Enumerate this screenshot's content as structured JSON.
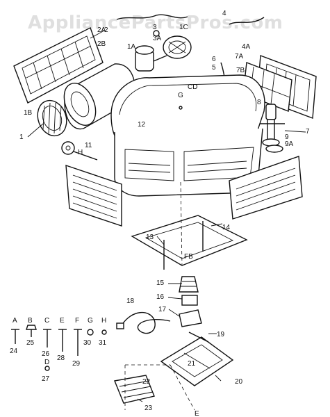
{
  "watermark": "AppliancePartsPros.com",
  "callouts": {
    "c1": "1",
    "c1A": "1A",
    "c1B": "1B",
    "c1C": "1C",
    "c2": "2",
    "c2A": "2A",
    "c2B": "2B",
    "c3": "3",
    "c3A": "3A",
    "c4": "4",
    "c4A": "4A",
    "c5": "5",
    "c6": "6",
    "c7": "7",
    "c7A": "7A",
    "c7B": "7B",
    "c8": "8",
    "c9": "9",
    "c9A": "9A",
    "c11": "11",
    "c12": "12",
    "c13": "13",
    "c14": "14",
    "c15": "15",
    "c16": "16",
    "c17": "17",
    "c18": "18",
    "c19": "19",
    "c20": "20",
    "c21": "21",
    "c22": "22",
    "c23": "23",
    "cG": "G",
    "cCD": "CD",
    "cH": "H",
    "cFB": "FB",
    "cE": "E"
  },
  "hardware": [
    {
      "letter": "A",
      "number": "24"
    },
    {
      "letter": "B",
      "number": "25"
    },
    {
      "letter": "C",
      "number": "26"
    },
    {
      "letter": "D",
      "number": "27"
    },
    {
      "letter": "E",
      "number": "28"
    },
    {
      "letter": "F",
      "number": "29"
    },
    {
      "letter": "G",
      "number": "30"
    },
    {
      "letter": "H",
      "number": "31"
    }
  ]
}
